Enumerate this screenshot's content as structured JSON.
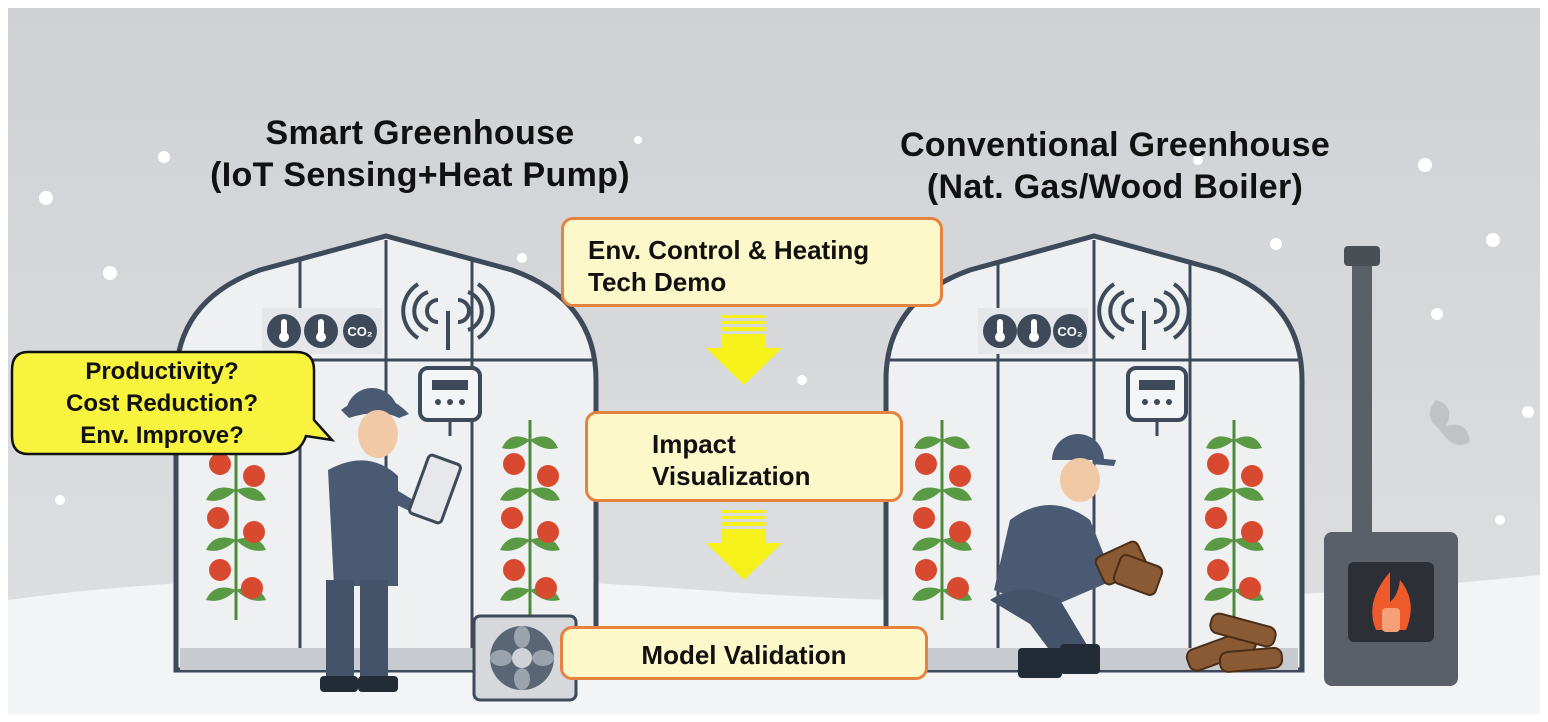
{
  "smart_greenhouse": {
    "title_line1": "Smart Greenhouse",
    "title_line2": "(IoT Sensing+Heat Pump)",
    "question_bubble": [
      "Productivity?",
      "Cost Reduction?",
      "Env. Improve?"
    ]
  },
  "conventional_greenhouse": {
    "title_line1": "Conventional Greenhouse",
    "title_line2": "(Nat. Gas/Wood Boiler)"
  },
  "flow": {
    "step1_line1": "Env. Control & Heating",
    "step1_line2": "Tech Demo",
    "step2_line1": "Impact",
    "step2_line2": "Visualization",
    "step3": "Model Validation"
  },
  "sensor_icon_text": "CO₂",
  "colors": {
    "sky": "#d9dadc",
    "frame": "#3e4a5a",
    "box_fill": "#fdf8c9",
    "box_border": "#e3833f",
    "arrow": "#f6f11a",
    "bubble_fill": "#f8f33f",
    "tomato": "#d84a30",
    "leaf": "#4f8a3a",
    "worker": "#4a5a73",
    "fire": "#ef5a2a"
  }
}
